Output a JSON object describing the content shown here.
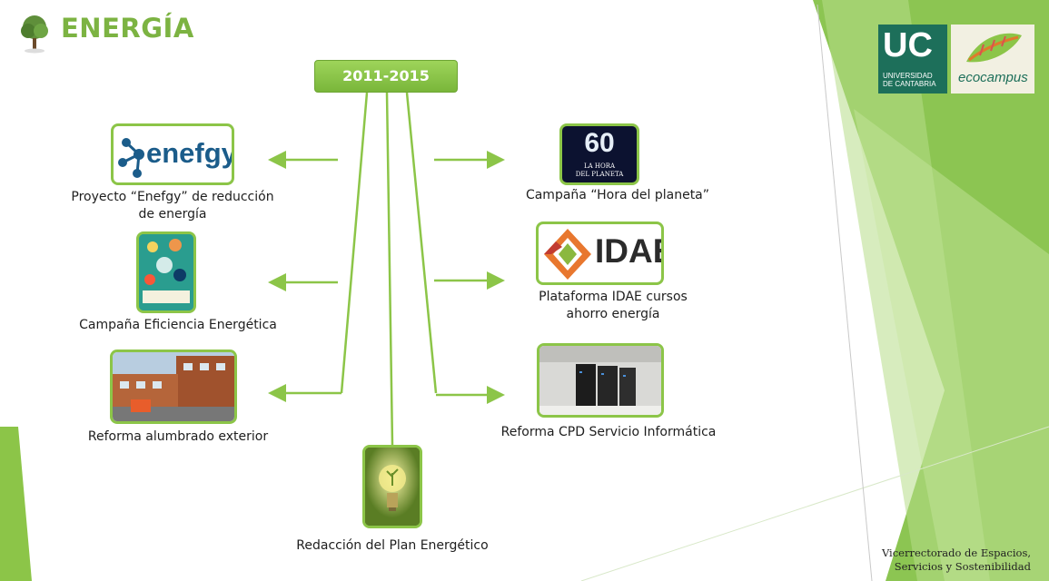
{
  "header": {
    "title": "ENERGÍA"
  },
  "center": {
    "year_range": "2011-2015"
  },
  "logos": {
    "uc": {
      "letters": "UC",
      "line1": "UNIVERSIDAD",
      "line2": "DE CANTABRIA"
    },
    "ecocampus": {
      "text": "ecocampus"
    }
  },
  "left_items": [
    {
      "logo_text": "enefgy",
      "caption_line1": "Proyecto “Enefgy” de reducción",
      "caption_line2": "de energía"
    },
    {
      "caption_line1": "Campaña Eficiencia Energética"
    },
    {
      "caption_line1": "Reforma alumbrado exterior"
    }
  ],
  "right_items": [
    {
      "logo_line1": "60",
      "logo_line2": "LA HORA",
      "logo_line3": "DEL PLANETA",
      "caption_line1": "Campaña “Hora del planeta”"
    },
    {
      "logo_text": "IDAE",
      "caption_line1": "Plataforma IDAE cursos",
      "caption_line2": "ahorro energía"
    },
    {
      "caption_line1": "Reforma CPD Servicio Informática"
    }
  ],
  "bottom_item": {
    "caption_line1": "Redacción del Plan Energético"
  },
  "footer": {
    "line1": "Vicerrectorado de Espacios,",
    "line2": "Servicios y Sostenibilidad"
  },
  "colors": {
    "accent_green": "#7cb342",
    "line_green": "#8cc548",
    "uc_teal": "#1d6f5a"
  }
}
